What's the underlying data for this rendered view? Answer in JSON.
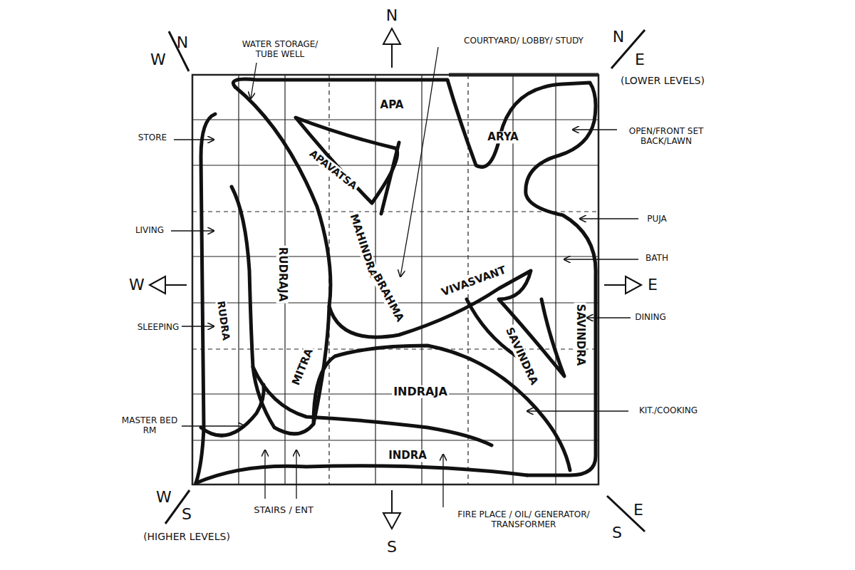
{
  "diagram": {
    "labels": [
      "N",
      "W",
      "N",
      "N",
      "E",
      "(LOWER LEVELS)",
      "WATER STORAGE/ TUBE WELL",
      "COURTYARD/ LOBBY/ STUDY",
      "STORE",
      "APA",
      "ARYA",
      "OPEN/FRONT SET BACK/LAWN",
      "APAVATSA",
      "LIVING",
      "PUJA",
      "RUDRAJA",
      "MAHINDRA",
      "BATH",
      "W",
      "E",
      "BRAHMA",
      "VIVASVANT",
      "RUDRA",
      "SLEEPING",
      "SAVINDRA",
      "DINING",
      "SAVINDRA",
      "MITRA",
      "INDRAJA",
      "KIT./COOKING",
      "MASTER BED RM",
      "INDRA",
      "W",
      "S",
      "(HIGHER LEVELS)",
      "STAIRS / ENT",
      "FIRE PLACE / OIL/ GENERATOR/ TRANSFORMER",
      "S",
      "S",
      "E"
    ]
  }
}
